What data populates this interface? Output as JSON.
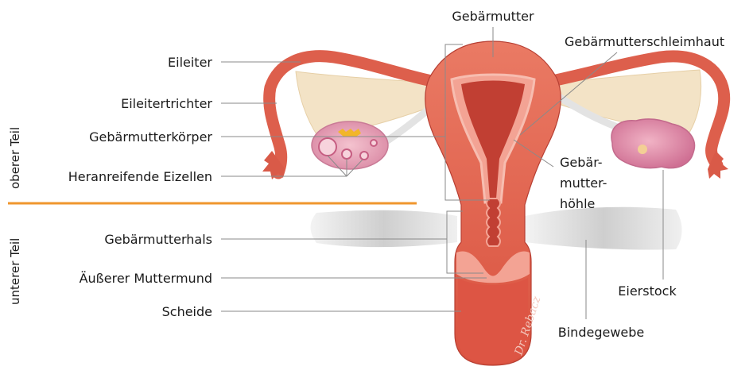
{
  "sections": {
    "upper": "oberer Teil",
    "lower": "unterer Teil"
  },
  "labels": {
    "eileiter": "Eileiter",
    "eileitertrichter": "Eileitertrichter",
    "gebaermutterkoerper": "Gebärmutterkörper",
    "eizellen": "Heranreifende Eizellen",
    "gebaermutterhals": "Gebärmutterhals",
    "muttermund": "Äußerer Muttermund",
    "scheide": "Scheide",
    "gebaermutter": "Gebärmutter",
    "schleimhaut": "Gebärmutterschleimhaut",
    "hoehle_1": "Gebär-",
    "hoehle_2": "mutter-",
    "hoehle_3": "höhle",
    "eierstock": "Eierstock",
    "bindegewebe": "Bindegewebe"
  },
  "signature": "Dr. Rebacz",
  "colors": {
    "divider": "#f0962e",
    "tissue": "#e5705c",
    "tissue_dark": "#c9453a",
    "lining": "#f4a595",
    "ligament": "#d9d9d9",
    "ovary": "#e89ab4"
  }
}
